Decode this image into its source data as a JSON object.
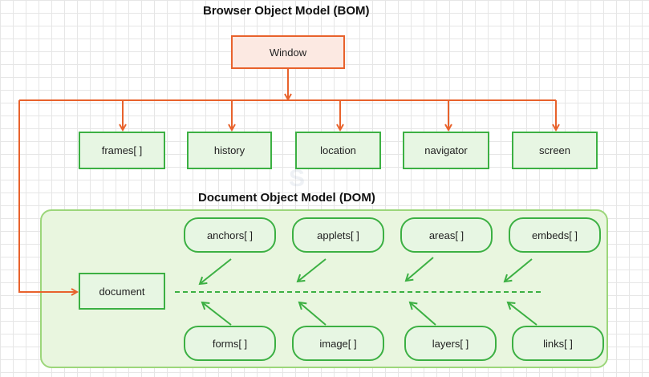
{
  "titles": {
    "bom": "Browser Object Model (BOM)",
    "dom": "Document Object Model (DOM)"
  },
  "watermark": "S",
  "nodes": {
    "window": "Window",
    "frames": "frames[ ]",
    "history": "history",
    "location": "location",
    "navigator": "navigator",
    "screen": "screen",
    "document": "document",
    "anchors": "anchors[ ]",
    "applets": "applets[ ]",
    "areas": "areas[ ]",
    "embeds": "embeds[ ]",
    "forms": "forms[ ]",
    "image": "image[ ]",
    "layers": "layers[ ]",
    "links": "links[ ]"
  },
  "colors": {
    "bom_connector": "#e8622c",
    "dom_connector": "#3cb043",
    "dom_panel": "#e9f6df"
  }
}
